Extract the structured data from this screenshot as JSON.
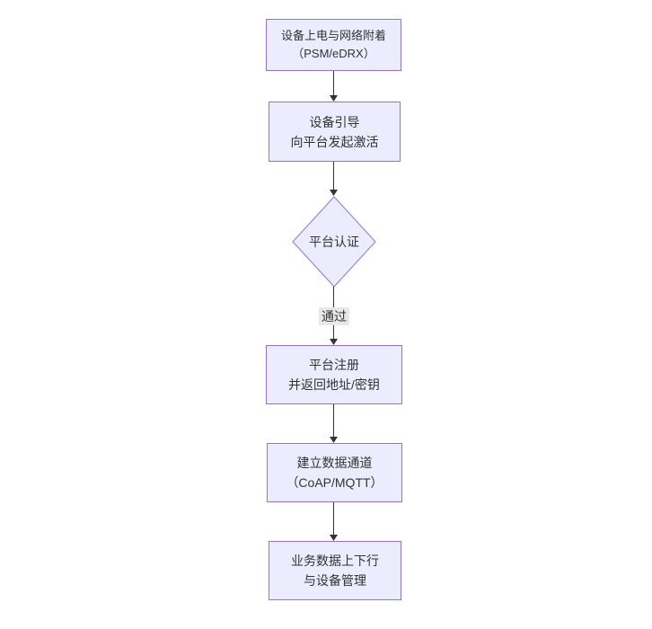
{
  "diagram": {
    "type": "flowchart",
    "direction": "top-down",
    "nodes": [
      {
        "id": "power_attach",
        "shape": "rect",
        "lines": [
          "设备上电与网络附着",
          "（PSM/eDRX）"
        ]
      },
      {
        "id": "bootstrap",
        "shape": "rect",
        "lines": [
          "设备引导",
          "向平台发起激活"
        ]
      },
      {
        "id": "auth",
        "shape": "diamond",
        "lines": [
          "平台认证"
        ]
      },
      {
        "id": "register",
        "shape": "rect",
        "lines": [
          "平台注册",
          "并返回地址/密钥"
        ]
      },
      {
        "id": "channel",
        "shape": "rect",
        "lines": [
          "建立数据通道",
          "（CoAP/MQTT）"
        ]
      },
      {
        "id": "business",
        "shape": "rect",
        "lines": [
          "业务数据上下行",
          "与设备管理"
        ]
      }
    ],
    "edges": [
      {
        "from": "power_attach",
        "to": "bootstrap",
        "label": ""
      },
      {
        "from": "bootstrap",
        "to": "auth",
        "label": ""
      },
      {
        "from": "auth",
        "to": "register",
        "label": "通过"
      },
      {
        "from": "register",
        "to": "channel",
        "label": ""
      },
      {
        "from": "channel",
        "to": "business",
        "label": ""
      }
    ],
    "colors": {
      "node_fill": "#ECECFF",
      "node_border": "#9370DB",
      "text": "#333333",
      "edge": "#333333",
      "edge_label_bg": "#e8e8e8",
      "background": "#ffffff"
    }
  }
}
